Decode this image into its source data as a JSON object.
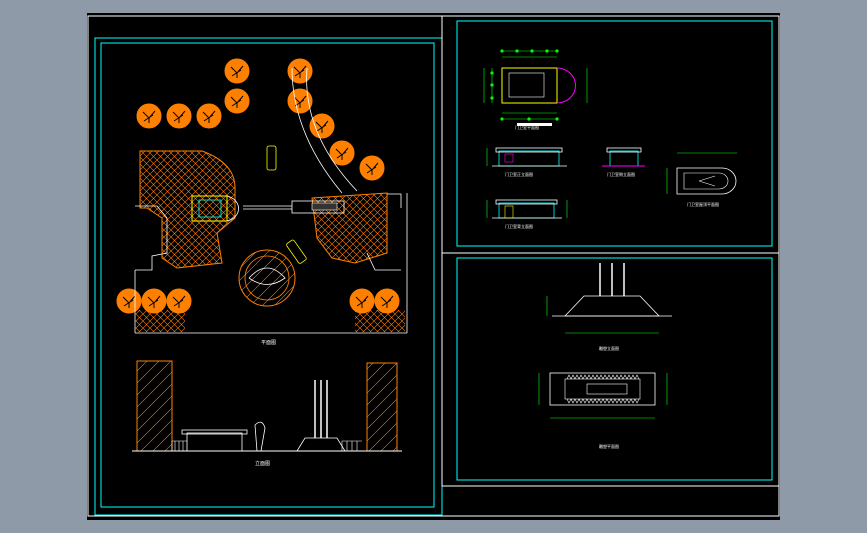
{
  "app": {
    "background_color": "#8f9aa8",
    "viewport_color": "#000000"
  },
  "colors": {
    "frame": "#00ffff",
    "outer_frame": "#ffffff",
    "hatch": "#ff8000",
    "tree": "#ff8000",
    "pavement": "#ffffff",
    "booth": "#ffff00",
    "dim": "#00ff00",
    "accent": "#ff00ff",
    "gate": "#ffffff"
  },
  "labels": {
    "plan": "平面图",
    "elevation": "立面图",
    "booth_plan": "门卫室平面图",
    "booth_front": "门卫室正立面图",
    "booth_side": "门卫室侧立面图",
    "booth_rear": "门卫室背立面图",
    "booth_roof": "门卫室屋顶平面图",
    "sculpture_elev": "雕塑立面图",
    "sculpture_plan": "雕塑平面图"
  }
}
